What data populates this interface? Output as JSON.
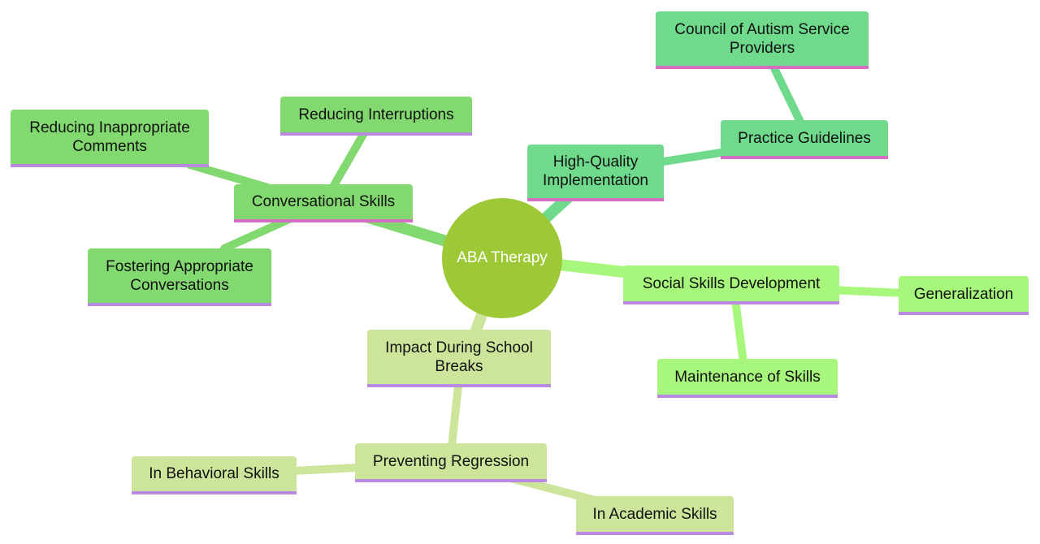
{
  "root": {
    "label": "ABA Therapy",
    "color": "#9ec937"
  },
  "branches": [
    {
      "label": "Conversational Skills",
      "color": "#82d96f",
      "children": [
        "Reducing Inappropriate Comments",
        "Reducing Interruptions",
        "Fostering Appropriate Conversations"
      ]
    },
    {
      "label": "High-Quality Implementation",
      "color": "#6fd98c",
      "children": [
        "Practice Guidelines"
      ],
      "grandchildren": [
        "Council of Autism Service Providers"
      ]
    },
    {
      "label": "Social Skills Development",
      "color": "#a6f77b",
      "children": [
        "Generalization",
        "Maintenance of Skills"
      ]
    },
    {
      "label": "Impact During School Breaks",
      "color": "#cde49b",
      "children": [
        "Preventing Regression"
      ],
      "grandchildren": [
        "In Behavioral Skills",
        "In Academic Skills"
      ]
    }
  ]
}
